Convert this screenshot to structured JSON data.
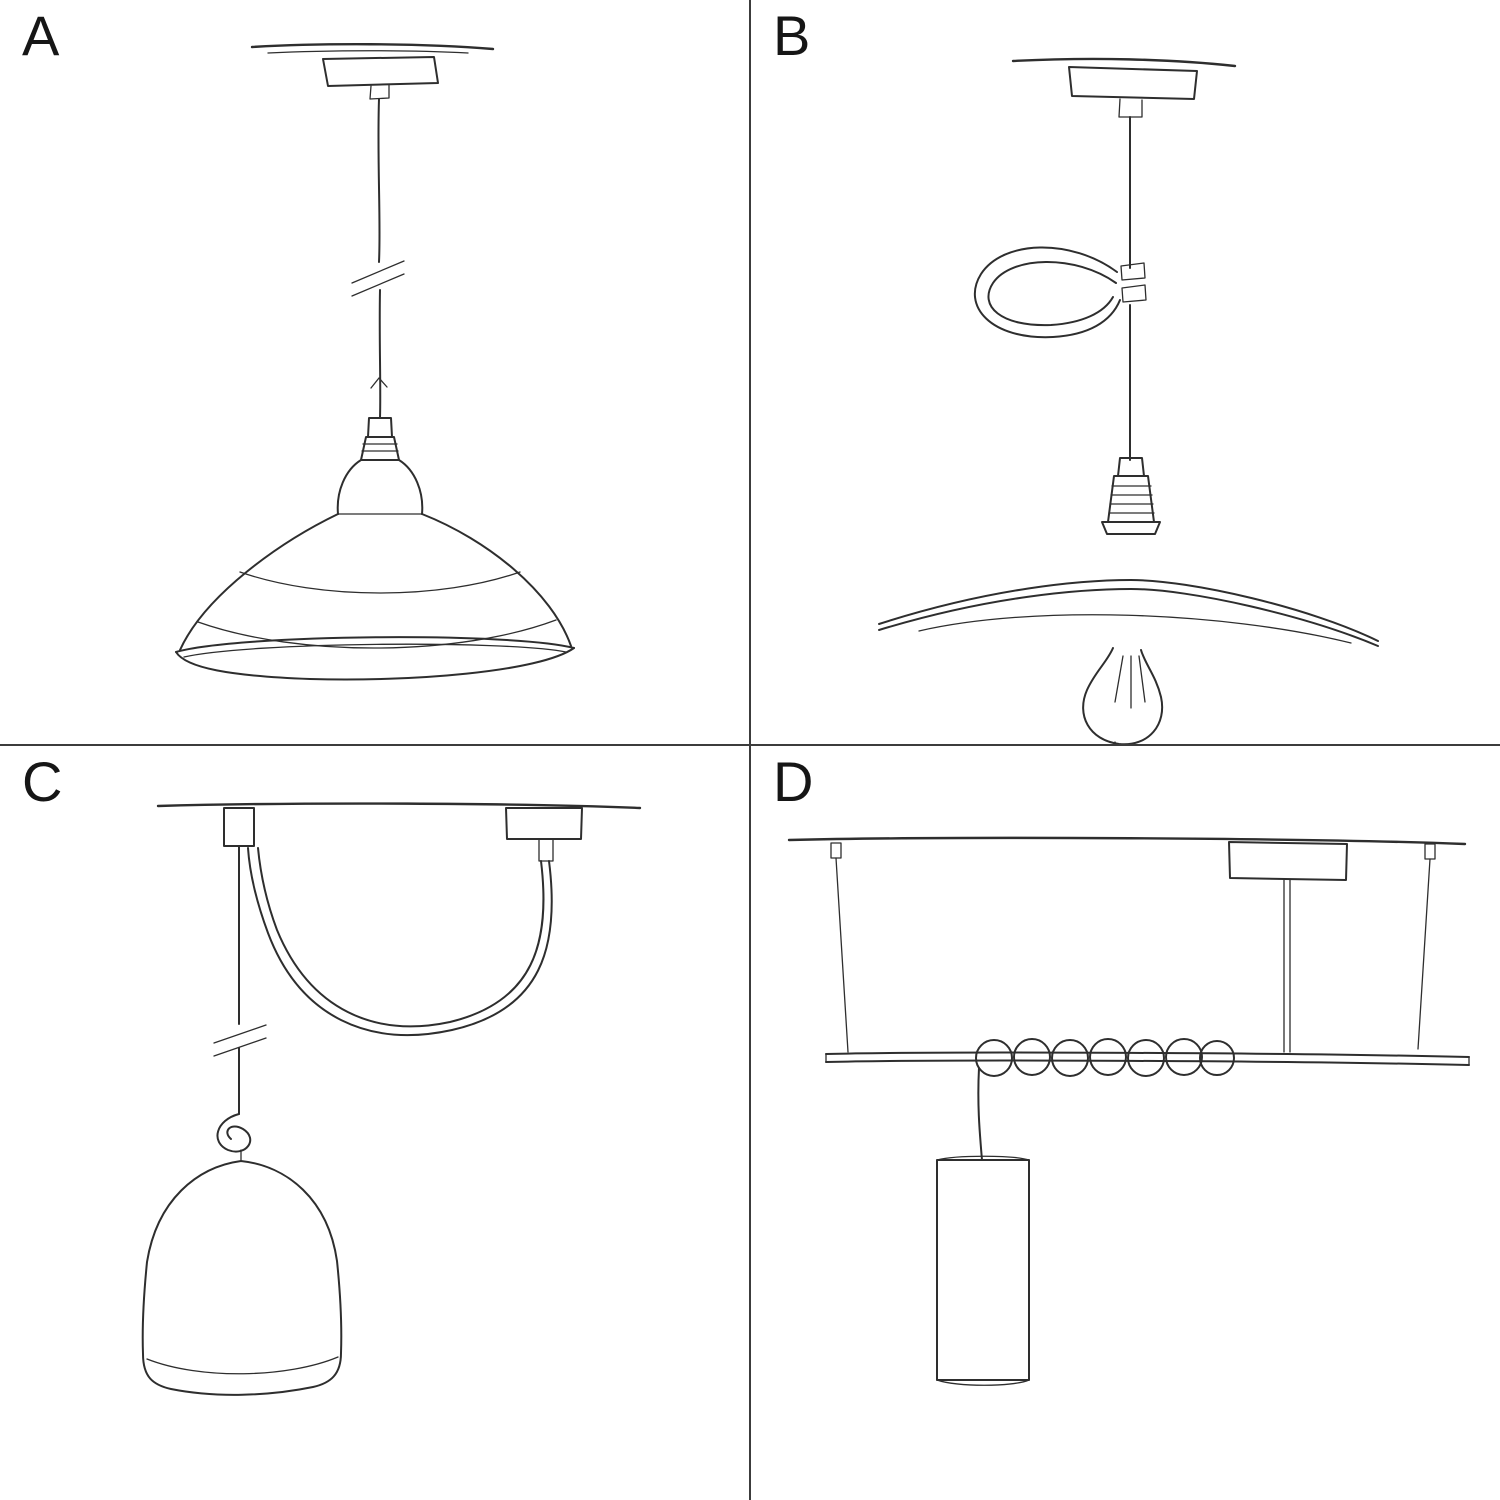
{
  "page": {
    "title": "Pendant lamp installation sketches",
    "background": "#ffffff",
    "ink_color": "#2e2e2e",
    "divider_color": "#3c3c3c"
  },
  "panels": [
    {
      "label": "A",
      "sketch": "pendant-straight-cable-industrial-shade-sketch"
    },
    {
      "label": "B",
      "sketch": "pendant-cable-loop-flat-shade-exposed-bulb-sketch"
    },
    {
      "label": "C",
      "sketch": "swag-pendant-ceiling-hook-bell-shade-sketch"
    },
    {
      "label": "D",
      "sketch": "bar-suspension-coiled-cable-tube-pendant-sketch"
    }
  ]
}
